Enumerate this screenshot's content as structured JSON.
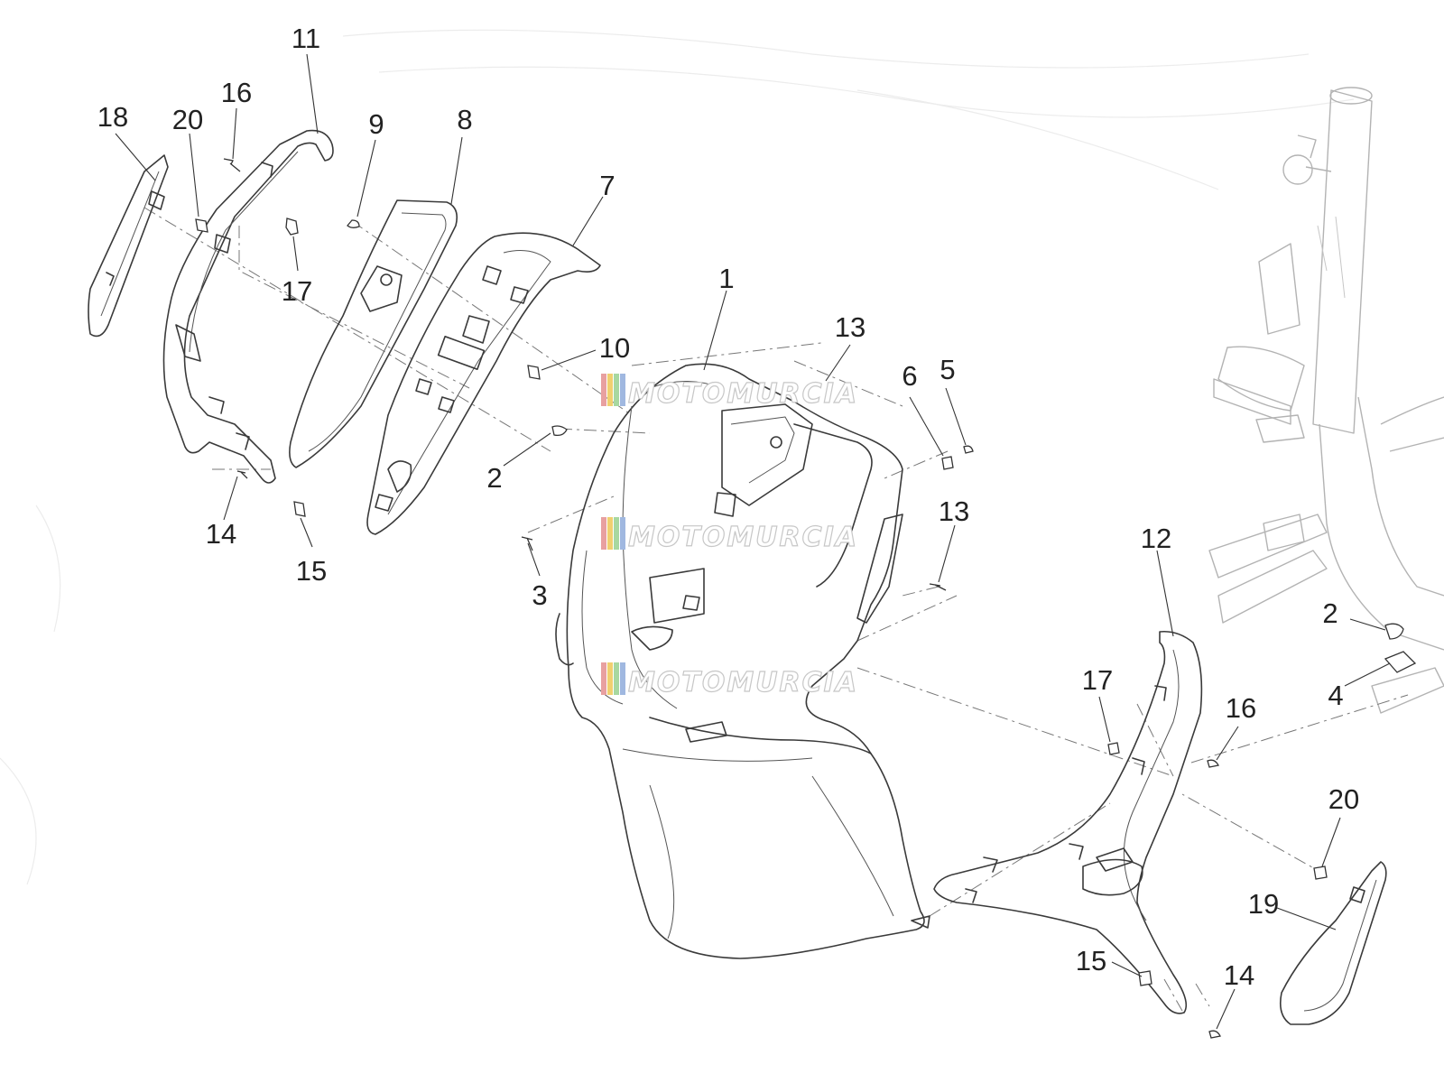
{
  "watermark": {
    "text": "MOTOMURCIA",
    "stripe_colors": [
      "#e8a0a0",
      "#f0d070",
      "#a8d8a0",
      "#a0b8e0"
    ]
  },
  "callouts": {
    "c1": "1",
    "c2a": "2",
    "c2b": "2",
    "c3": "3",
    "c4": "4",
    "c5": "5",
    "c6": "6",
    "c7": "7",
    "c8": "8",
    "c9": "9",
    "c10": "10",
    "c11": "11",
    "c12": "12",
    "c13a": "13",
    "c13b": "13",
    "c14a": "14",
    "c14b": "14",
    "c15a": "15",
    "c15b": "15",
    "c16a": "16",
    "c16b": "16",
    "c17a": "17",
    "c17b": "17",
    "c18": "18",
    "c19": "19",
    "c20a": "20",
    "c20b": "20"
  }
}
